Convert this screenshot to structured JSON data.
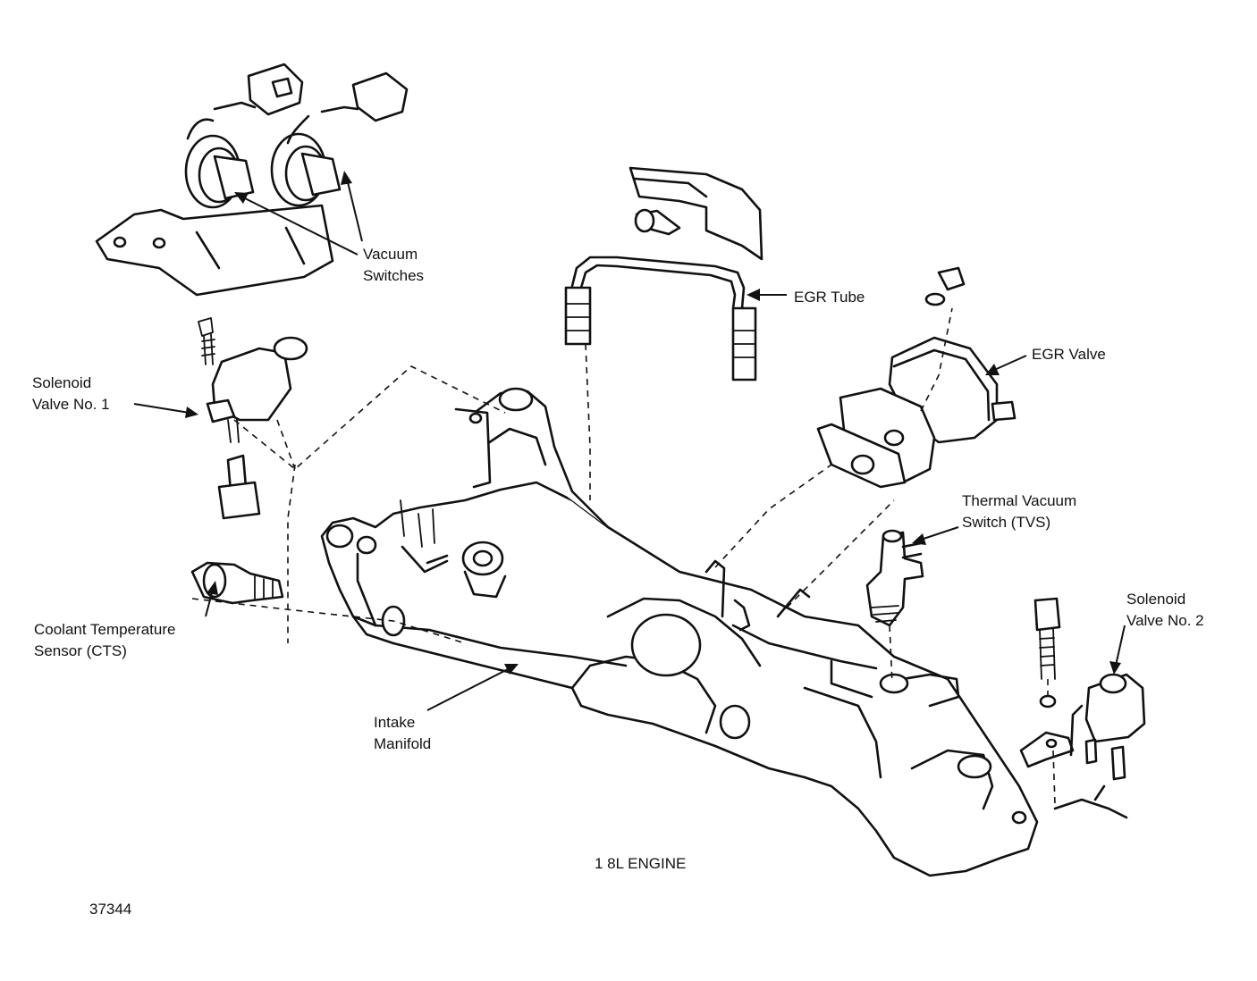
{
  "labels": {
    "vacuum_switches": [
      "Vacuum",
      "Switches"
    ],
    "egr_tube": "EGR Tube",
    "egr_valve": "EGR Valve",
    "solenoid_valve_1": [
      "Solenoid",
      "Valve No. 1"
    ],
    "thermal_vacuum_switch": [
      "Thermal Vacuum",
      "Switch (TVS)"
    ],
    "solenoid_valve_2": [
      "Solenoid",
      "Valve No. 2"
    ],
    "coolant_temperature_sensor": [
      "Coolant Temperature",
      "Sensor (CTS)"
    ],
    "intake_manifold": [
      "Intake",
      "Manifold"
    ],
    "engine_caption": "1 8L ENGINE",
    "figure_number": "37344"
  }
}
